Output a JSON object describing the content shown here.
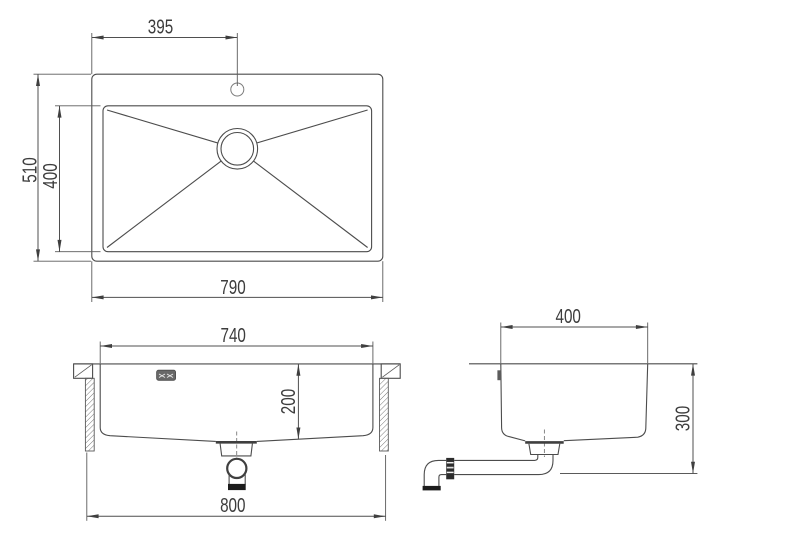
{
  "colors": {
    "background": "#ffffff",
    "line": "#4c4c4c",
    "text": "#3d3d3d",
    "solid_fill": "#1c1c1c",
    "badge_fill": "#686868"
  },
  "views": {
    "top": {
      "dims": {
        "hole_offset": "395",
        "overall_depth": "510",
        "bowl_depth": "400",
        "overall_width": "790"
      }
    },
    "front": {
      "dims": {
        "bowl_width": "740",
        "bowl_height": "200",
        "overall_width": "800"
      }
    },
    "side": {
      "dims": {
        "bowl_width": "400",
        "install_depth": "300"
      }
    }
  }
}
